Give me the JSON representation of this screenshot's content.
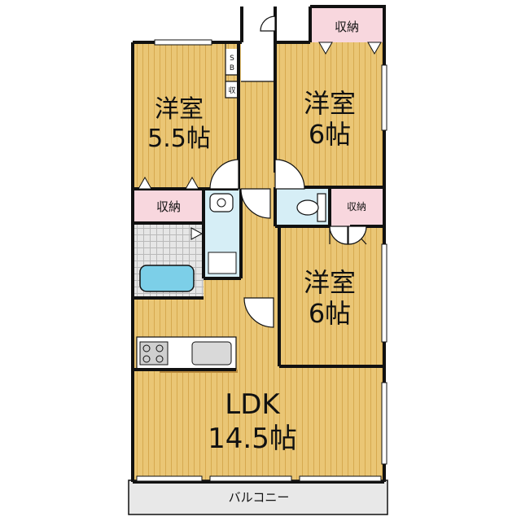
{
  "colors": {
    "floor": "#eac675",
    "floor_line": "#d6a94f",
    "storage": "#f8d7de",
    "wet": "#d6eef6",
    "bath_tub": "#7ccfe8",
    "tile": "#e4e4e4",
    "wall": "#111111",
    "balcony": "#e8e8e8"
  },
  "rooms": {
    "western_a": {
      "name": "洋室",
      "size": "5.5帖"
    },
    "western_b": {
      "name": "洋室",
      "size": "6帖"
    },
    "western_c": {
      "name": "洋室",
      "size": "6帖"
    },
    "ldk": {
      "name": "LDK",
      "size": "14.5帖"
    }
  },
  "labels": {
    "storage_top": "収納",
    "storage_left": "収納",
    "storage_right": "収納",
    "shoe_box_1": "S",
    "shoe_box_2": "B",
    "small_storage": "収",
    "balcony": "バルコニー"
  }
}
